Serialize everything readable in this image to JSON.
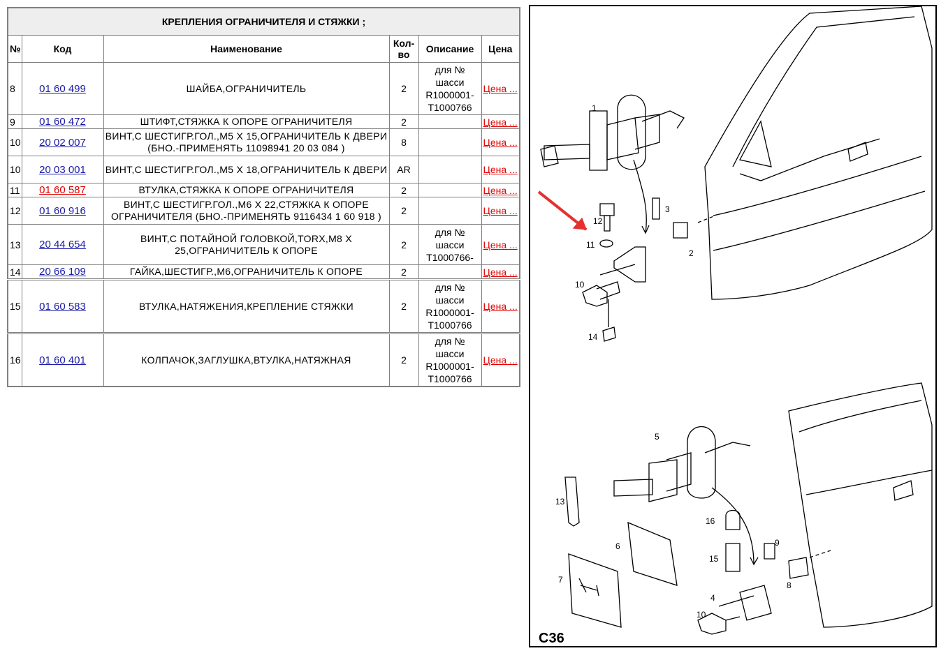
{
  "table": {
    "title": "КРЕПЛЕНИЯ ОГРАНИЧИТЕЛЯ И СТЯЖКИ ;",
    "headers": {
      "num": "№",
      "code": "Код",
      "name": "Наименование",
      "qty": "Кол-во",
      "desc": "Описание",
      "price": "Цена"
    },
    "rows": [
      {
        "num": "8",
        "code": "01 60 499",
        "name": "ШАЙБА,ОГРАНИЧИТЕЛЬ",
        "qty": "2",
        "desc": "для № шасси R1000001-T1000766",
        "price": "Цена ..."
      },
      {
        "num": "9",
        "code": "01 60 472",
        "name": "ШТИФТ,СТЯЖКА К ОПОРЕ ОГРАНИЧИТЕЛЯ",
        "qty": "2",
        "desc": "",
        "price": "Цена ..."
      },
      {
        "num": "10",
        "code": "20 02 007",
        "name": "ВИНТ,С ШЕСТИГР.ГОЛ.,M5 X 15,ОГРАНИЧИТЕЛЬ К ДВЕРИ (БНО.-ПРИМЕНЯТЬ 11098941 20 03 084 )",
        "qty": "8",
        "desc": "",
        "price": "Цена ..."
      },
      {
        "num": "10",
        "code": "20 03 001",
        "name": "ВИНТ,С ШЕСТИГР.ГОЛ.,M5 X 18,ОГРАНИЧИТЕЛЬ К ДВЕРИ",
        "qty": "AR",
        "desc": "",
        "price": "Цена ..."
      },
      {
        "num": "11",
        "code": "01 60 587",
        "name": "ВТУЛКА,СТЯЖКА К ОПОРЕ ОГРАНИЧИТЕЛЯ",
        "qty": "2",
        "desc": "",
        "price": "Цена ...",
        "selected": true
      },
      {
        "num": "12",
        "code": "01 60 916",
        "name": "ВИНТ,С ШЕСТИГР.ГОЛ.,M6 X 22,СТЯЖКА К ОПОРЕ ОГРАНИЧИТЕЛЯ (БНО.-ПРИМЕНЯТЬ 9116434 1 60 918 )",
        "qty": "2",
        "desc": "",
        "price": "Цена ..."
      },
      {
        "num": "13",
        "code": "20 44 654",
        "name": "ВИНТ,С ПОТАЙНОЙ ГОЛОВКОЙ,TORX,M8 X 25,ОГРАНИЧИТЕЛЬ К ОПОРЕ",
        "qty": "2",
        "desc": "для № шасси T1000766-",
        "price": "Цена ..."
      },
      {
        "num": "14",
        "code": "20 66 109",
        "name": "ГАЙКА,ШЕСТИГР.,M6,ОГРАНИЧИТЕЛЬ К ОПОРЕ",
        "qty": "2",
        "desc": "",
        "price": "Цена ..."
      },
      {
        "num": "15",
        "code": "01 60 583",
        "name": "ВТУЛКА,НАТЯЖЕНИЯ,КРЕПЛЕНИЕ СТЯЖКИ",
        "qty": "2",
        "desc": "для № шасси R1000001-T1000766",
        "price": "Цена ..."
      },
      {
        "num": "16",
        "code": "01 60 401",
        "name": "КОЛПАЧОК,ЗАГЛУШКА,ВТУЛКА,НАТЯЖНАЯ",
        "qty": "2",
        "desc": "для № шасси R1000001-T1000766",
        "price": "Цена ..."
      }
    ]
  },
  "diagram": {
    "caption": "C36",
    "callouts": [
      "1",
      "12",
      "3",
      "11",
      "2",
      "10",
      "14",
      "5",
      "13",
      "6",
      "16",
      "9",
      "15",
      "7",
      "4",
      "8",
      "10"
    ],
    "arrow_color": "#e53030"
  }
}
